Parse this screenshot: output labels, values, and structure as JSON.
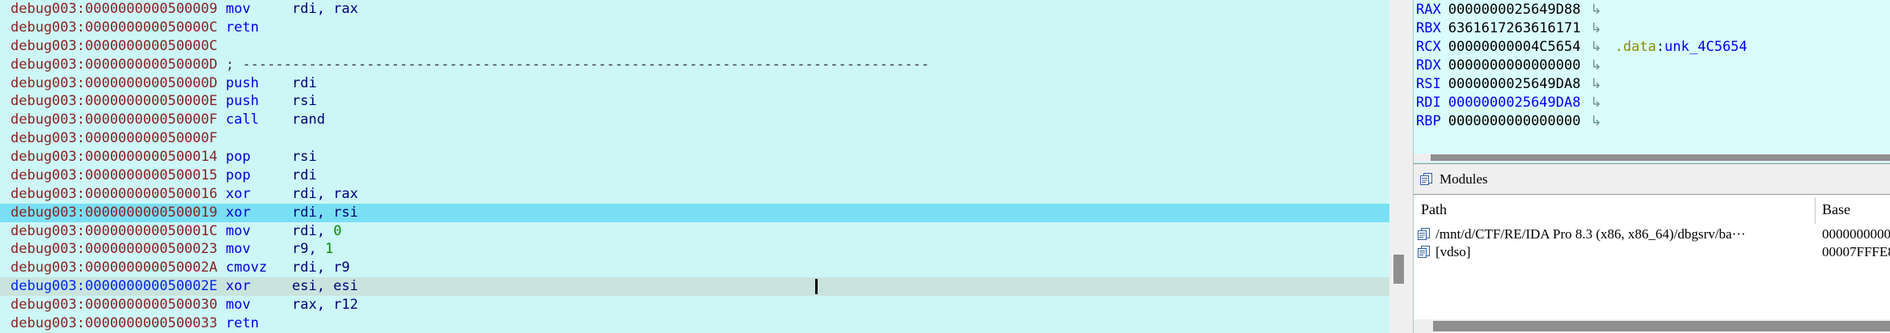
{
  "colors": {
    "disasm_background": "#CDF7F7",
    "registers_background": "#D9FDFD",
    "selection_highlight": "#79DFF4",
    "current_line_highlight": "#C9E4DD",
    "address_color": "#8B1F1F",
    "current_address_color": "#0026EE",
    "mnemonic_color": "#0000E0",
    "register_operand_color": "#00007A",
    "number_color": "#008C00",
    "comment_color": "#3C3C3C",
    "register_name_color": "#0000F0",
    "changed_register_color": "#0000F0",
    "segment_ref_color": "#8B8B00",
    "scrollbar_thumb": "#8F8F8F"
  },
  "disassembly": {
    "lines": [
      {
        "addr": "debug003:0000000000500009",
        "mnem": "mov",
        "ops": [
          {
            "t": "rdi, rax",
            "c": "reg"
          }
        ]
      },
      {
        "addr": "debug003:000000000050000C",
        "mnem": "retn",
        "ops": []
      },
      {
        "addr": "debug003:000000000050000C",
        "mnem": "",
        "ops": []
      },
      {
        "addr": "debug003:000000000050000D",
        "comment": "; -----------------------------------------------------------------------------------"
      },
      {
        "addr": "debug003:000000000050000D",
        "mnem": "push",
        "ops": [
          {
            "t": "rdi",
            "c": "reg"
          }
        ]
      },
      {
        "addr": "debug003:000000000050000E",
        "mnem": "push",
        "ops": [
          {
            "t": "rsi",
            "c": "reg"
          }
        ]
      },
      {
        "addr": "debug003:000000000050000F",
        "mnem": "call",
        "ops": [
          {
            "t": "rand",
            "c": "name"
          }
        ]
      },
      {
        "addr": "debug003:000000000050000F",
        "mnem": "",
        "ops": []
      },
      {
        "addr": "debug003:0000000000500014",
        "mnem": "pop",
        "ops": [
          {
            "t": "rsi",
            "c": "reg"
          }
        ]
      },
      {
        "addr": "debug003:0000000000500015",
        "mnem": "pop",
        "ops": [
          {
            "t": "rdi",
            "c": "reg"
          }
        ]
      },
      {
        "addr": "debug003:0000000000500016",
        "mnem": "xor",
        "ops": [
          {
            "t": "rdi, rax",
            "c": "reg"
          }
        ]
      },
      {
        "addr": "debug003:0000000000500019",
        "mnem": "xor",
        "ops": [
          {
            "t": "rdi, rsi",
            "c": "reg"
          }
        ],
        "highlight": "selection"
      },
      {
        "addr": "debug003:000000000050001C",
        "mnem": "mov",
        "ops": [
          {
            "t": "rdi, ",
            "c": "reg"
          },
          {
            "t": "0",
            "c": "num"
          }
        ]
      },
      {
        "addr": "debug003:0000000000500023",
        "mnem": "mov",
        "ops": [
          {
            "t": "r9, ",
            "c": "reg"
          },
          {
            "t": "1",
            "c": "num"
          }
        ]
      },
      {
        "addr": "debug003:000000000050002A",
        "mnem": "cmovz",
        "ops": [
          {
            "t": "rdi, r9",
            "c": "reg"
          }
        ]
      },
      {
        "addr": "debug003:000000000050002E",
        "mnem": "xor",
        "ops": [
          {
            "t": "esi, esi",
            "c": "reg"
          }
        ],
        "highlight": "current",
        "addr_current": true,
        "caret": true
      },
      {
        "addr": "debug003:0000000000500030",
        "mnem": "mov",
        "ops": [
          {
            "t": "rax, r12",
            "c": "reg"
          }
        ]
      },
      {
        "addr": "debug003:0000000000500033",
        "mnem": "retn",
        "ops": []
      }
    ]
  },
  "registers": {
    "arrow_icon": "↳",
    "rows": [
      {
        "name": "RAX",
        "value": "0000000025649D88",
        "changed": false
      },
      {
        "name": "RBX",
        "value": "6361617263616171",
        "changed": false
      },
      {
        "name": "RCX",
        "value": "00000000004C5654",
        "changed": false,
        "ref_seg": ".data",
        "ref_sep": ":",
        "ref_name": "unk_4C5654"
      },
      {
        "name": "RDX",
        "value": "0000000000000000",
        "changed": false
      },
      {
        "name": "RSI",
        "value": "0000000025649DA8",
        "changed": false
      },
      {
        "name": "RDI",
        "value": "0000000025649DA8",
        "changed": true
      },
      {
        "name": "RBP",
        "value": "0000000000000000",
        "changed": false
      }
    ]
  },
  "modules": {
    "title": "Modules",
    "columns": [
      "Path",
      "Base"
    ],
    "rows": [
      {
        "path": "/mnt/d/CTF/RE/IDA Pro 8.3 (x86, x86_64)/dbgsrv/ba···",
        "base": "0000000000"
      },
      {
        "path": "[vdso]",
        "base": "00007FFFE8"
      }
    ]
  }
}
